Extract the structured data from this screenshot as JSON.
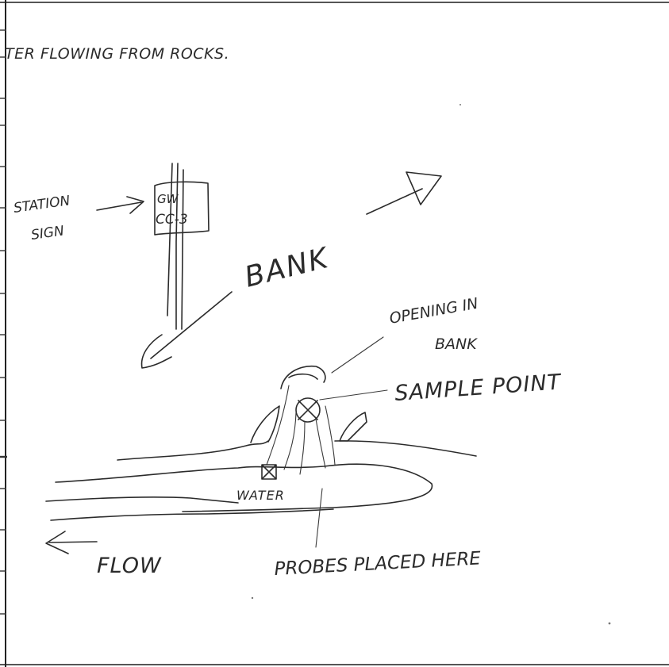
{
  "page": {
    "background": "#ffffff",
    "ink_color": "#2b2b2b",
    "margin_line_color": "#222222"
  },
  "notes": {
    "top_line": "TER FLOWING FROM ROCKS.",
    "station_sign_label": "STATION SIGN",
    "sign_text_line1": "GW",
    "sign_text_line2": "CC-3",
    "bank_label": "BANK",
    "opening_label_line1": "OPENING IN",
    "opening_label_line2": "BANK",
    "sample_point_label": "SAMPLE POINT",
    "water_label": "WATER",
    "flow_label": "FLOW",
    "probes_label": "PROBES PLACED HERE"
  }
}
